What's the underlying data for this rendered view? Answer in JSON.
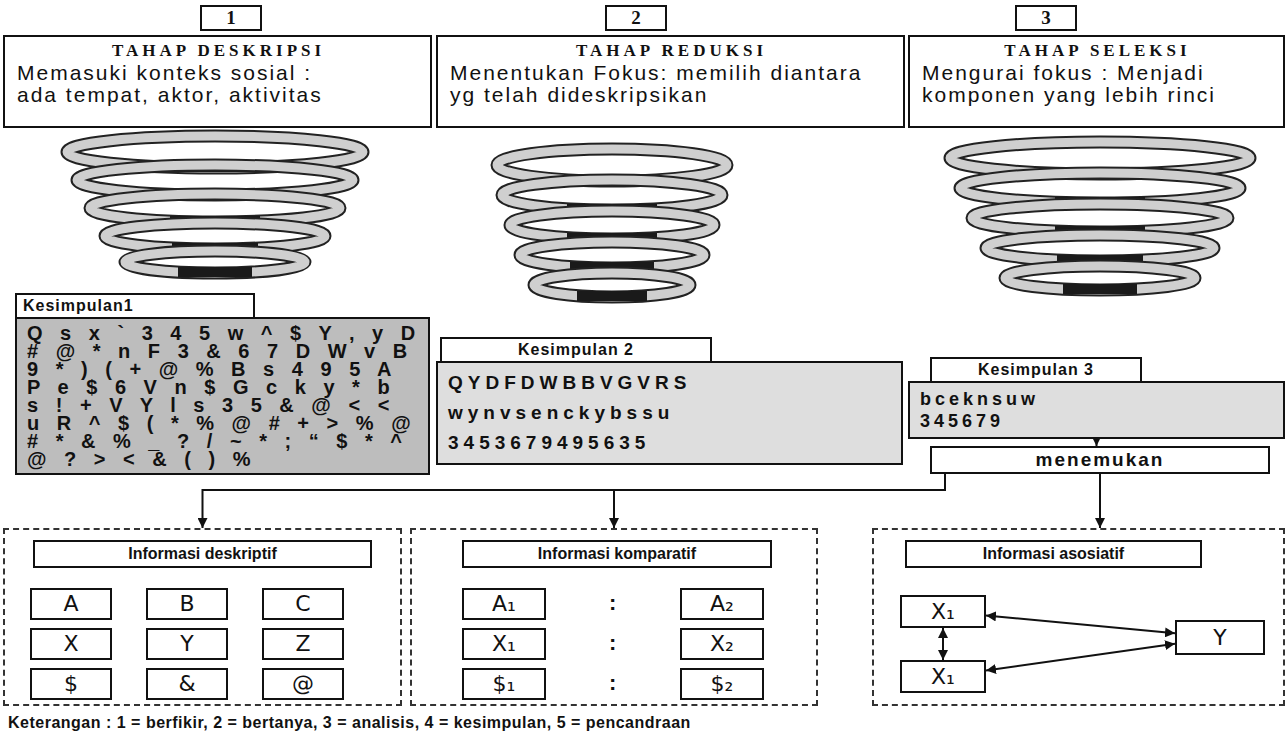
{
  "diagram": {
    "nodes": [
      {
        "text": [
          "1"
        ]
      },
      {
        "text": [
          "2"
        ]
      },
      {
        "text": [
          "3"
        ]
      },
      {
        "text": [
          "TAHAP DESKRIPSI",
          "Memasuki konteks sosial : ada tempat, aktor, aktivitas"
        ]
      },
      {
        "text": [
          "TAHAP REDUKSI",
          "Menentukan Fokus: memilih diantara yg telah dideskripsikan"
        ]
      },
      {
        "text": [
          "TAHAP SELEKSI",
          "Mengurai fokus : Menjadi komponen yang lebih rinci"
        ]
      },
      {
        "text": [
          "Kesimpulan1",
          "Q s x ` 3 4 5 w ^ $ Y , y D # @ * n F 3 & 6 7 D W v B 9 * ) ( + @ % B s 4 9 5 A P e $ 6 V n $ G c k y * b s ! + V Y l s 3 5 & @ < < u R ^ $ ( * % @ # + > % @ # * & % _ ? / ~ * ; “ $ * ^ @ ? > < & ( ) %"
        ]
      },
      {
        "text": [
          "Kesimpulan 2",
          "QYDFDWBBVGVRS",
          "wynvsenckybssu",
          "3453679495635"
        ]
      },
      {
        "text": [
          "Kesimpulan 3",
          "bceknsuw",
          "345679"
        ]
      },
      {
        "text": [
          "menemukan"
        ]
      },
      {
        "text": [
          "Informasi deskriptif"
        ]
      },
      {
        "text": [
          "A"
        ],
        "in": 10
      },
      {
        "text": [
          "B"
        ],
        "in": 10
      },
      {
        "text": [
          "C"
        ],
        "in": 10
      },
      {
        "text": [
          "X"
        ],
        "in": 10
      },
      {
        "text": [
          "Y"
        ],
        "in": 10
      },
      {
        "text": [
          "Z"
        ],
        "in": 10
      },
      {
        "text": [
          "$"
        ],
        "in": 10
      },
      {
        "text": [
          "&"
        ],
        "in": 10
      },
      {
        "text": [
          "@"
        ],
        "in": 10
      },
      {
        "text": [
          "Informasi komparatif"
        ]
      },
      {
        "text": [
          "A₁"
        ],
        "in": 20
      },
      {
        "text": [
          "A₂"
        ],
        "in": 20
      },
      {
        "text": [
          "X₁"
        ],
        "in": 20
      },
      {
        "text": [
          "X₂"
        ],
        "in": 20
      },
      {
        "text": [
          "$₁"
        ],
        "in": 20
      },
      {
        "text": [
          "$₂"
        ],
        "in": 20
      },
      {
        "text": [
          "Informasi asosiatif"
        ]
      },
      {
        "text": [
          "X₁"
        ],
        "in": 27
      },
      {
        "text": [
          "X₁"
        ],
        "in": 27
      },
      {
        "text": [
          "Y"
        ],
        "in": 27
      }
    ],
    "edges": [
      {
        "from": 8,
        "to": 9,
        "arrow": "to"
      },
      {
        "from": 9,
        "to": 10,
        "arrow": "to"
      },
      {
        "from": 9,
        "to": 20,
        "arrow": "to"
      },
      {
        "from": 9,
        "to": 27,
        "arrow": "to"
      },
      {
        "from": 28,
        "to": 30,
        "arrow": "both"
      },
      {
        "from": 28,
        "to": 29,
        "arrow": "both"
      },
      {
        "from": 29,
        "to": 30,
        "arrow": "both"
      }
    ],
    "labels": [
      ":",
      ":",
      ":",
      "Keterangan : 1 = berfikir, 2 = bertanya, 3 = analisis, 4 = kesimpulan, 5 = pencandraan"
    ]
  }
}
